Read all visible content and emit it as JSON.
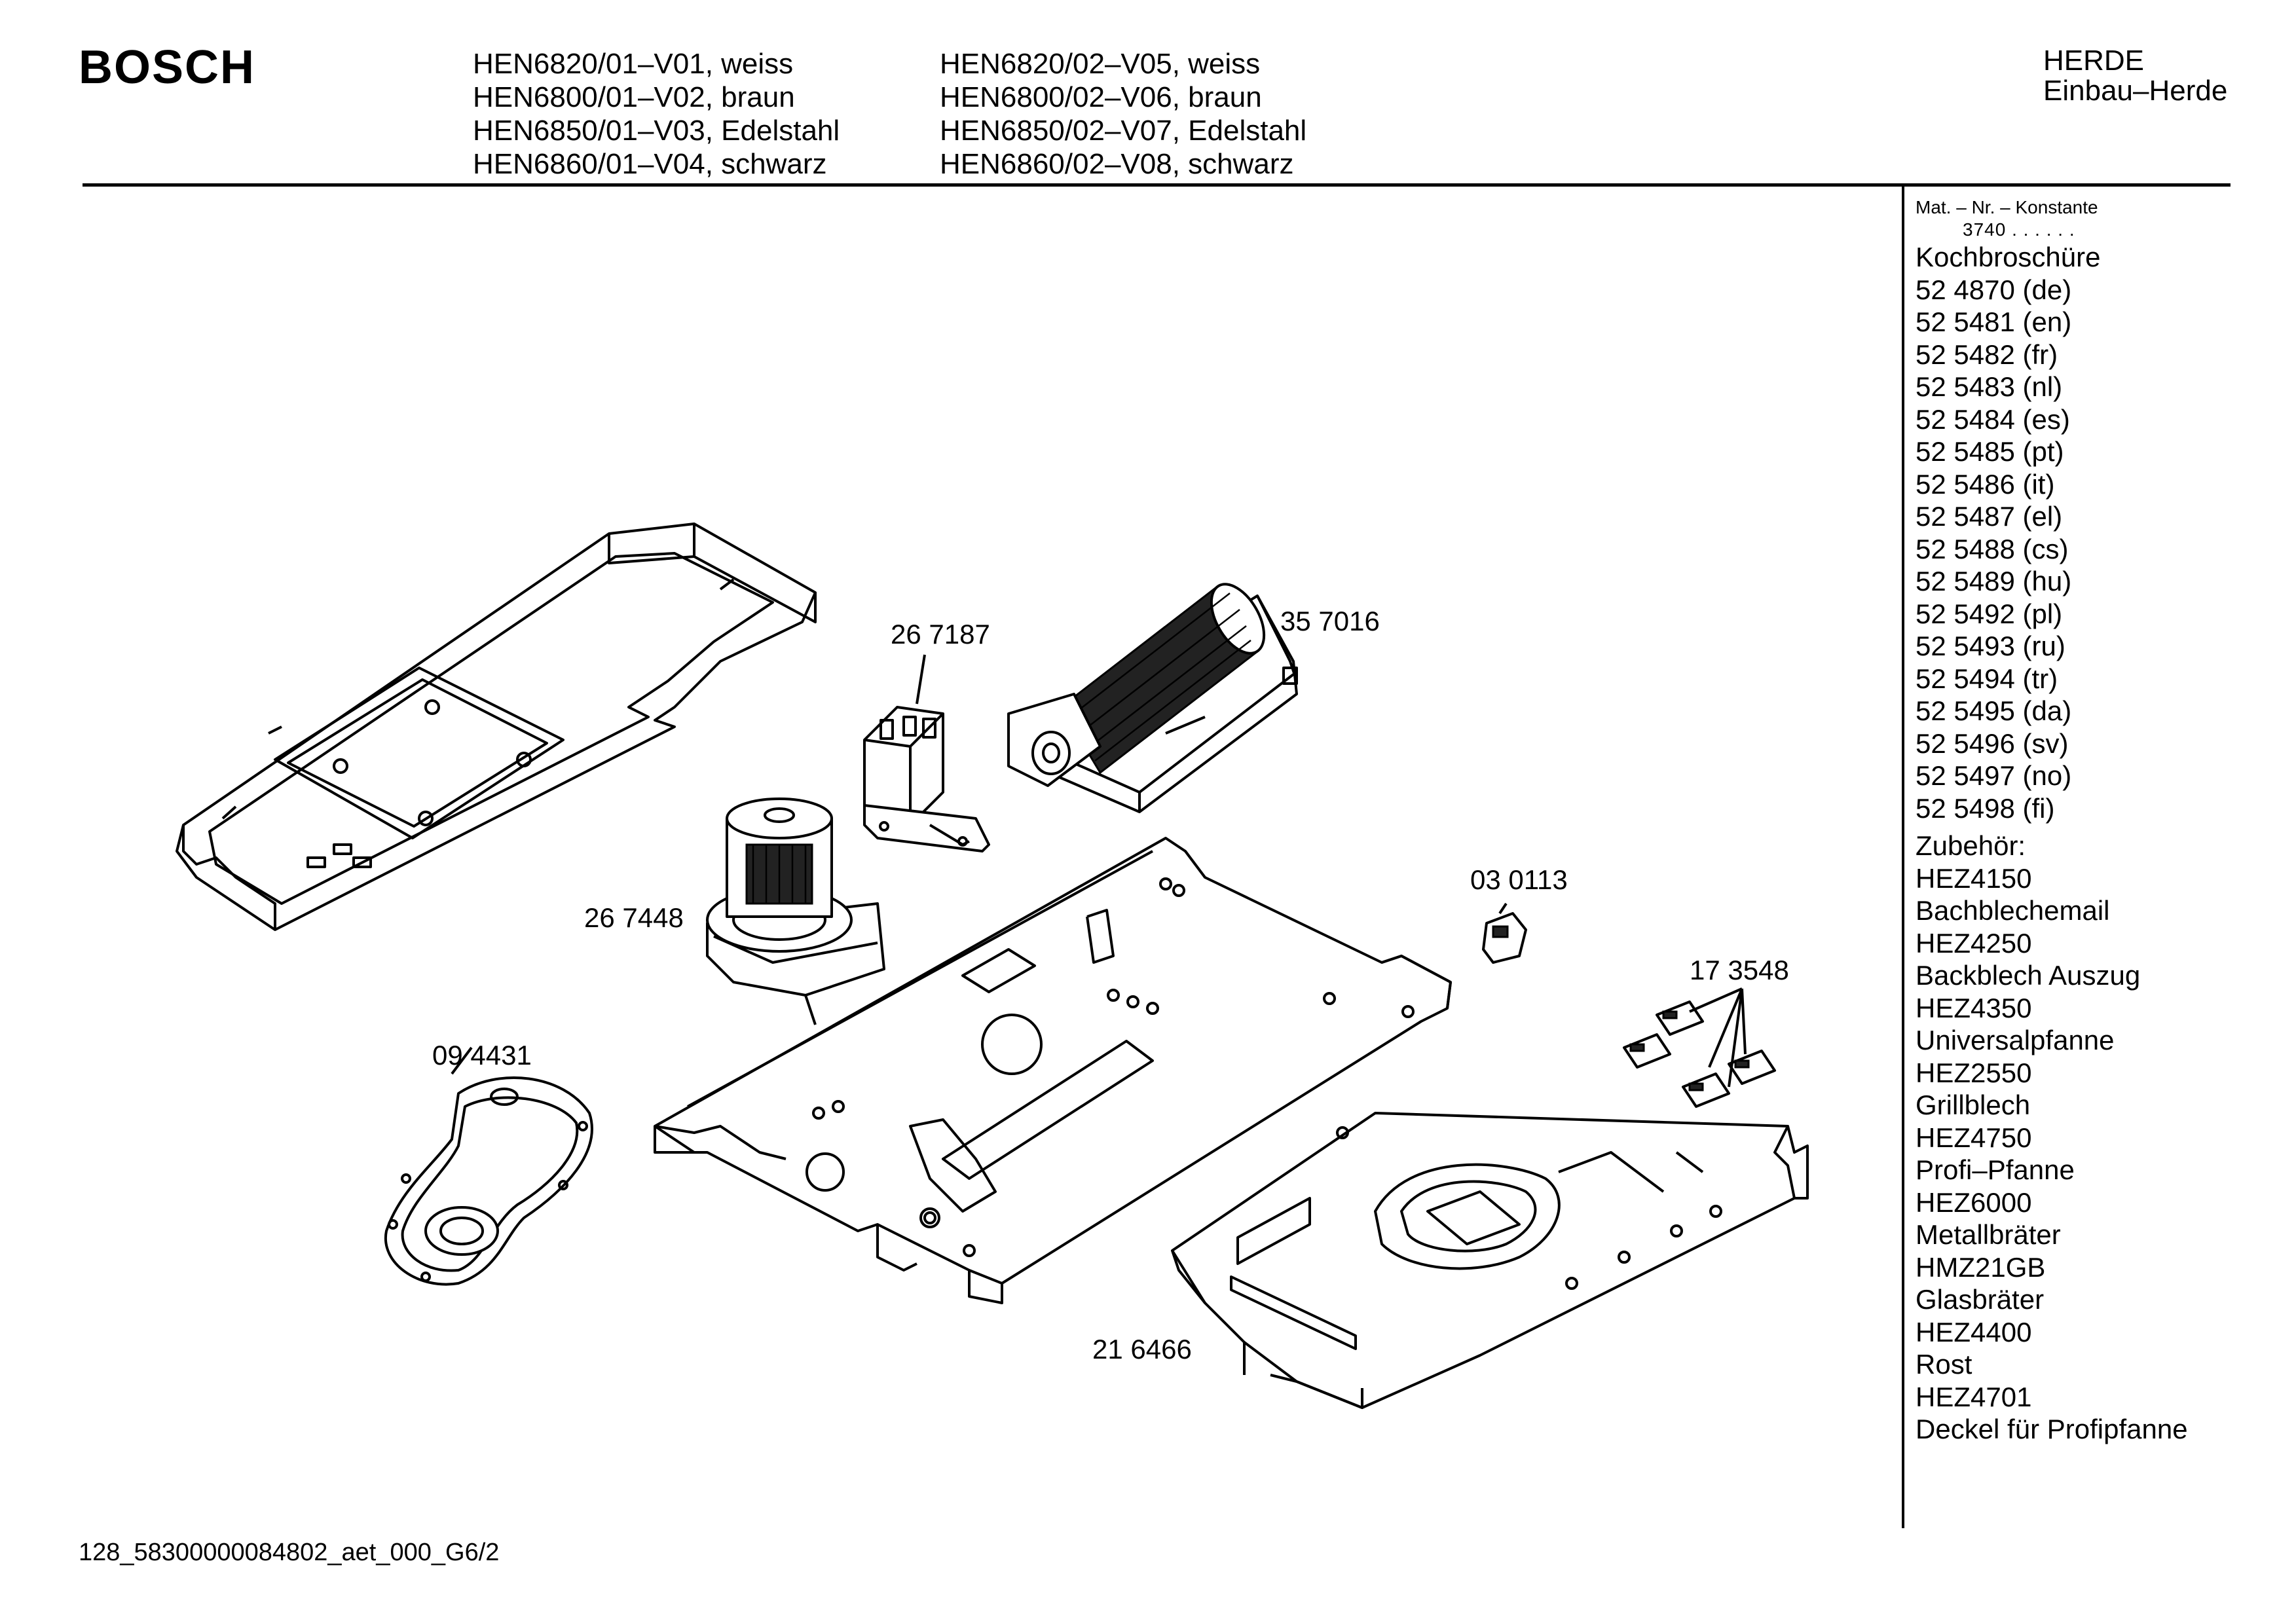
{
  "header": {
    "brand": "BOSCH",
    "models_col1": [
      "HEN6820/01–V01, weiss",
      "HEN6800/01–V02, braun",
      "HEN6850/01–V03, Edelstahl",
      "HEN6860/01–V04, schwarz"
    ],
    "models_col2": [
      "HEN6820/02–V05, weiss",
      "HEN6800/02–V06, braun",
      "HEN6850/02–V07, Edelstahl",
      "HEN6860/02–V08, schwarz"
    ],
    "category_line1": "HERDE",
    "category_line2": "Einbau–Herde"
  },
  "sidebar": {
    "mat_label": "Mat. – Nr. – Konstante",
    "mat_value": "3740  .  .   .  .  .  .",
    "manual_title": "Kochbroschüre",
    "manuals": [
      "52 4870 (de)",
      "52 5481 (en)",
      "52 5482 (fr)",
      "52 5483 (nl)",
      "52 5484 (es)",
      "52 5485 (pt)",
      "52 5486 (it)",
      "52 5487 (el)",
      "52 5488 (cs)",
      "52 5489 (hu)",
      "52 5492 (pl)",
      "52 5493 (ru)",
      "52 5494 (tr)",
      "52 5495 (da)",
      "52 5496 (sv)",
      "52 5497 (no)",
      "52 5498 (fi)"
    ],
    "accessories_title": "Zubehör:",
    "accessories": [
      "HEZ4150",
      "Bachblechemail",
      "HEZ4250",
      "Backblech Auszug",
      "HEZ4350",
      "Universalpfanne",
      "HEZ2550",
      "Grillblech",
      "HEZ4750",
      "Profi–Pfanne",
      "HEZ6000",
      "Metallbräter",
      "HMZ21GB",
      "Glasbräter",
      "HEZ4400",
      "Rost",
      "HEZ4701",
      "Deckel für Profipfanne"
    ]
  },
  "parts": {
    "p267187": "26 7187",
    "p357016": "35 7016",
    "p267448": "26 7448",
    "p030113": "03 0113",
    "p173548": "17 3548",
    "p094431": "09 4431",
    "p216466": "21 6466"
  },
  "footer": {
    "code": "128_58300000084802_aet_000_G6/2"
  }
}
